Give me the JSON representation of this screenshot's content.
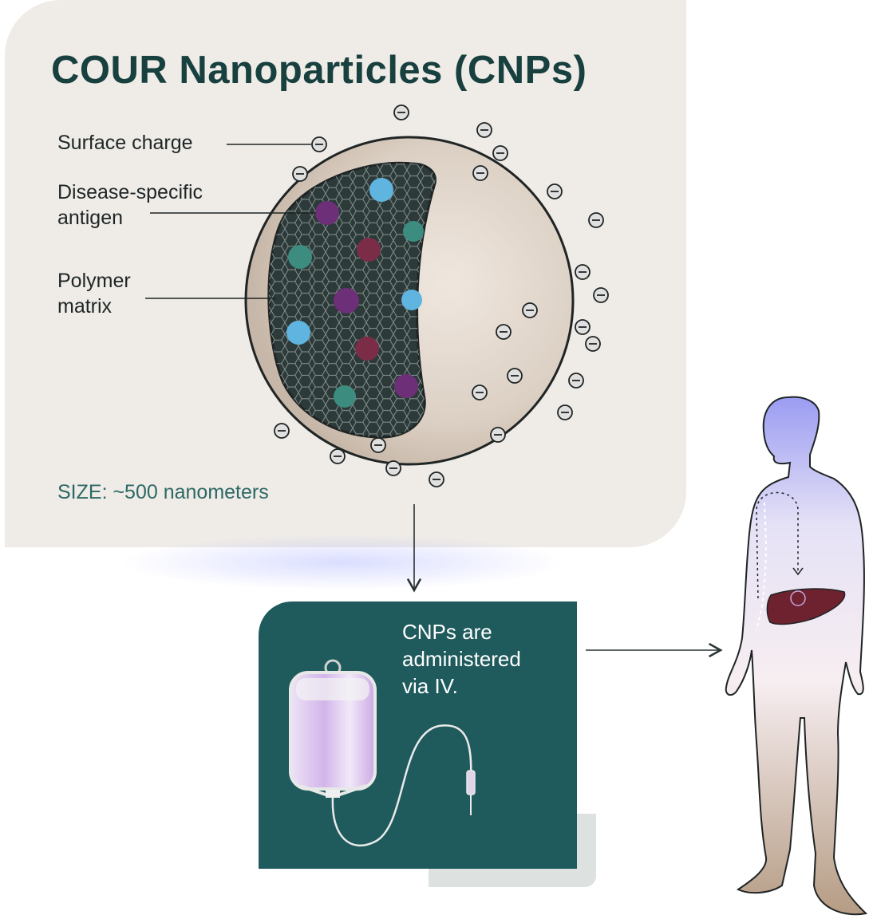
{
  "title": "COUR Nanoparticles (CNPs)",
  "labels": {
    "surface_charge": "Surface charge",
    "antigen_line1": "Disease-specific",
    "antigen_line2": "antigen",
    "polymer_line1": "Polymer",
    "polymer_line2": "matrix"
  },
  "size_text": "SIZE: ~500 nanometers",
  "iv_card": {
    "line1": "CNPs are",
    "line2": "administered",
    "line3": "via IV."
  },
  "colors": {
    "title": "#17403f",
    "panel_bg": "#efebe7",
    "card_bg": "#1f5a5c",
    "size_text": "#2d6864",
    "antigen_purple": "#6d2f78",
    "antigen_blue": "#5fb4e0",
    "antigen_green": "#3c8c80",
    "antigen_maroon": "#7b2d48",
    "liver": "#6e2230"
  },
  "icons": [
    "negative-charge-icon",
    "iv-bag-icon",
    "human-body-icon",
    "liver-icon",
    "nanoparticle-icon"
  ]
}
